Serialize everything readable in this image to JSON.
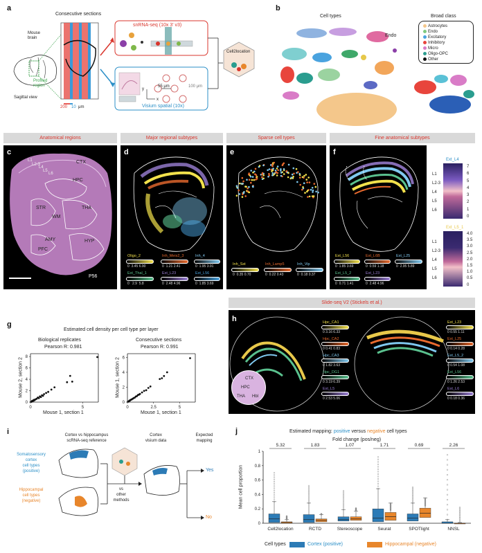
{
  "panel_a": {
    "label": "a",
    "consecutive_sections": "Consecutive sections",
    "mouse_brain": "Mouse brain",
    "profiled_region": "Profiled region",
    "sagittal_view": "Sagittal view",
    "scale_200": "200",
    "scale_10": "10",
    "scale_unit": "μm",
    "snrna_title": "snRNA-seq (10x 3' v3)",
    "visium_title": "Visium spatial (10x)",
    "um55": "55 μm",
    "um100": "100 μm",
    "axis_y": "y",
    "axis_x": "x",
    "cell2location": "Cell2location"
  },
  "panel_b": {
    "label": "b",
    "title": "Cell types",
    "endo": "Endo",
    "broad_title": "Broad class",
    "legend": [
      {
        "name": "Astrocytes",
        "color": "#f4c78b"
      },
      {
        "name": "Endo",
        "color": "#7fc97f"
      },
      {
        "name": "Excitatory",
        "color": "#4aa3df"
      },
      {
        "name": "Inhibitory",
        "color": "#e8453c"
      },
      {
        "name": "Micro",
        "color": "#d97cc7"
      },
      {
        "name": "Oligo-OPC",
        "color": "#2a9d8f"
      },
      {
        "name": "Other",
        "color": "#111111"
      }
    ]
  },
  "headers": {
    "anatomical": "Anatomical regions",
    "major": "Major regional subtypes",
    "sparse": "Sparse cell types",
    "fine": "Fine anatomical subtypes",
    "slideseq": "Slide-seq V2 (Stickels et al.)"
  },
  "panel_c": {
    "label": "c",
    "regions": [
      "CTX",
      "HPC",
      "STR",
      "WM",
      "THA",
      "AMY",
      "HYP",
      "PFC"
    ],
    "layers": [
      "L1",
      "L2-3",
      "L4",
      "L5",
      "L6"
    ],
    "age": "P56"
  },
  "panel_d": {
    "label": "d",
    "bars": [
      {
        "name": "Oligo_2",
        "min": "0",
        "mid": "3.45",
        "max": "6.90",
        "color": "#f2e14c"
      },
      {
        "name": "Inh_Meis2_3",
        "min": "0",
        "mid": "1.21",
        "max": "2.41",
        "color": "#e86a2e"
      },
      {
        "name": "Inh_4",
        "min": "0",
        "mid": "1.95",
        "max": "3.91",
        "color": "#7fc8ef"
      },
      {
        "name": "Ext_Thal_1",
        "min": "0",
        "mid": "2.9",
        "max": "5.8",
        "color": "#5ac18e"
      },
      {
        "name": "Ext_L23",
        "min": "0",
        "mid": "2.48",
        "max": "4.96",
        "color": "#9b7fd4"
      },
      {
        "name": "Ext_L56",
        "min": "0",
        "mid": "1.85",
        "max": "3.69",
        "color": "#4aa3df"
      }
    ]
  },
  "panel_e": {
    "label": "e",
    "bars": [
      {
        "name": "Inh_Sst",
        "min": "0",
        "mid": "0.35",
        "max": "0.70",
        "color": "#f2e14c"
      },
      {
        "name": "Inh_Lamp5",
        "min": "0",
        "mid": "0.22",
        "max": "0.43",
        "color": "#e86a2e"
      },
      {
        "name": "Inh_Vip",
        "min": "0",
        "mid": "0.18",
        "max": "0.37",
        "color": "#7fc8ef"
      }
    ]
  },
  "panel_f": {
    "label": "f",
    "bars": [
      {
        "name": "Ext_L56",
        "min": "0",
        "mid": "1.85",
        "max": "3.69",
        "color": "#f2e14c"
      },
      {
        "name": "Ext_L6B",
        "min": "0",
        "mid": "0.59",
        "max": "1.18",
        "color": "#e86a2e"
      },
      {
        "name": "Ext_L25",
        "min": "0",
        "mid": "2.95",
        "max": "5.89",
        "color": "#7fc8ef"
      },
      {
        "name": "Ext_L5_2",
        "min": "0",
        "mid": "0.71",
        "max": "1.41",
        "color": "#5ac18e"
      },
      {
        "name": "Ext_L23",
        "min": "0",
        "mid": "2.48",
        "max": "4.96",
        "color": "#9b7fd4"
      }
    ],
    "insets": [
      {
        "name": "Ext_L4",
        "ticks": [
          "7",
          "6",
          "5",
          "4",
          "3",
          "2",
          "1",
          "0"
        ]
      },
      {
        "name": "Ext_L5_1",
        "ticks": [
          "4.0",
          "3.5",
          "3.0",
          "2.5",
          "2.0",
          "1.5",
          "1.0",
          "0.5",
          "0"
        ]
      }
    ],
    "layers": [
      "L1",
      "L2-3",
      "L4",
      "L5",
      "L6"
    ]
  },
  "panel_g": {
    "label": "g",
    "title": "Estimated cell density per cell type per layer",
    "left": {
      "subtitle": "Biological replicates",
      "pearson": "Pearson R: 0.981",
      "xlabel": "Mouse 1, section 1",
      "ylabel": "Mouse 2, section 2"
    },
    "right": {
      "subtitle": "Consecutive sections",
      "pearson": "Pearson R: 0.991",
      "xlabel": "Mouse 1, section 1",
      "ylabel": "Mouse 1, section 2"
    }
  },
  "panel_h": {
    "label": "h",
    "left_bars": [
      {
        "name": "Hpc_CA1",
        "min": "0",
        "mid": "3.16",
        "max": "6.33",
        "color": "#f2e14c"
      },
      {
        "name": "Hpc_CA2",
        "min": "0",
        "mid": "0.41",
        "max": "0.83",
        "color": "#e86a2e"
      },
      {
        "name": "Hpc_CA3",
        "min": "0",
        "mid": "1.82",
        "max": "3.63",
        "color": "#7fc8ef"
      },
      {
        "name": "Hpc_DG1",
        "min": "0",
        "mid": "3.19",
        "max": "6.39",
        "color": "#5ac18e"
      },
      {
        "name": "Ext_L5",
        "min": "0",
        "mid": "2.53",
        "max": "5.06",
        "color": "#9b7fd4"
      }
    ],
    "right_bars": [
      {
        "name": "Ext_L23",
        "min": "0",
        "mid": "0.55",
        "max": "1.11",
        "color": "#f2e14c"
      },
      {
        "name": "Ext_L25",
        "min": "0",
        "mid": "0.14",
        "max": "0.28",
        "color": "#e86a2e"
      },
      {
        "name": "Ext_L5_2",
        "min": "0",
        "mid": "0.54",
        "max": "1.08",
        "color": "#7fc8ef"
      },
      {
        "name": "Ext_L56",
        "min": "0",
        "mid": "1.26",
        "max": "2.53",
        "color": "#5ac18e"
      },
      {
        "name": "Ext_L6",
        "min": "0",
        "mid": "0.18",
        "max": "0.36",
        "color": "#9b7fd4"
      }
    ],
    "zoom": [
      "CTX",
      "HPC",
      "THA",
      "Hbl"
    ]
  },
  "panel_i": {
    "label": "i",
    "ref_title": "Cortex vs hippocampus\nscRNA-seq reference",
    "visium_title": "Cortex\nvisium data",
    "expected": "Expected\nmapping",
    "positive": "Somatosensory\ncortex\ncell types\n(positive)",
    "negative": "Hippocampal\ncell types\n(negative)",
    "vs": "vs\nother\nmethods",
    "yes": "Yes",
    "no": "No"
  },
  "panel_j": {
    "label": "j",
    "title_pre": "Estimated mapping: ",
    "title_pos": "positive",
    "title_mid": " versus ",
    "title_neg": "negative",
    "title_post": " cell types",
    "fold_title": "Fold change (pos/neg)",
    "ylabel": "Mean cell proportion",
    "legend_title": "Cell types",
    "legend_pos": "Cortex (positive)",
    "legend_neg": "Hippocampal (negative)"
  },
  "chart_data": [
    {
      "type": "scatter",
      "title": "Biological replicates",
      "xlabel": "Mouse 1, section 1",
      "ylabel": "Mouse 2, section 2",
      "xlim": [
        0,
        6.5
      ],
      "ylim": [
        0,
        8.5
      ],
      "xticks": [
        0,
        5
      ],
      "yticks": [
        0,
        2,
        4,
        6,
        8
      ],
      "x": [
        0.05,
        0.1,
        0.15,
        0.2,
        0.25,
        0.3,
        0.35,
        0.4,
        0.5,
        0.6,
        0.7,
        0.8,
        0.9,
        1.0,
        1.1,
        1.2,
        1.3,
        1.5,
        1.7,
        2.0,
        2.3,
        3.5,
        3.8,
        4.0,
        6.4
      ],
      "y": [
        0.05,
        0.1,
        0.2,
        0.15,
        0.3,
        0.25,
        0.4,
        0.35,
        0.5,
        0.6,
        0.8,
        0.7,
        1.0,
        0.9,
        1.2,
        1.1,
        1.4,
        1.6,
        1.8,
        2.2,
        2.6,
        3.5,
        4.6,
        3.6,
        7.9
      ]
    },
    {
      "type": "scatter",
      "title": "Consecutive sections",
      "xlabel": "Mouse 1, section 1",
      "ylabel": "Mouse 1, section 2",
      "xlim": [
        0,
        6.5
      ],
      "ylim": [
        0,
        6.5
      ],
      "xticks": [
        0,
        2.5,
        5.0
      ],
      "yticks": [
        0,
        2,
        4,
        6
      ],
      "x": [
        0.05,
        0.1,
        0.15,
        0.2,
        0.25,
        0.3,
        0.4,
        0.5,
        0.6,
        0.7,
        0.8,
        0.9,
        1.0,
        1.1,
        1.2,
        1.4,
        1.6,
        1.8,
        2.0,
        2.2,
        3.1,
        3.3,
        3.5,
        3.8,
        6.0
      ],
      "y": [
        0.05,
        0.1,
        0.12,
        0.2,
        0.22,
        0.3,
        0.35,
        0.45,
        0.55,
        0.6,
        0.75,
        0.8,
        0.95,
        1.0,
        1.1,
        1.3,
        1.5,
        1.6,
        1.9,
        2.1,
        3.1,
        3.2,
        3.5,
        4.0,
        5.9
      ]
    },
    {
      "type": "box",
      "title": "Estimated mapping: positive versus negative cell types",
      "ylabel": "Mean cell proportion",
      "categories": [
        "Cell2location",
        "RCTD",
        "Stereoscope",
        "Seurat",
        "SPOTlight",
        "NNSL"
      ],
      "fold_change": [
        "5.32",
        "1.83",
        "1.07",
        "1.71",
        "0.69",
        "2.26"
      ],
      "ylim": [
        0,
        1.0
      ],
      "yticks": [
        0,
        0.2,
        0.4,
        0.6,
        0.8,
        1.0
      ],
      "series": [
        {
          "name": "Cortex (positive)",
          "color": "#2c7bb6",
          "q1": [
            0.01,
            0.01,
            0.03,
            0.02,
            0.03,
            0.0
          ],
          "median": [
            0.06,
            0.05,
            0.05,
            0.07,
            0.07,
            0.0
          ],
          "q3": [
            0.13,
            0.12,
            0.09,
            0.2,
            0.13,
            0.02
          ],
          "whisker_hi": [
            0.3,
            0.28,
            0.19,
            0.48,
            0.28,
            0.05
          ],
          "outlier_max": [
            0.7,
            0.52,
            0.45,
            0.92,
            0.5,
            0.95
          ]
        },
        {
          "name": "Hippocampal (negative)",
          "color": "#e8862b",
          "q1": [
            0.0,
            0.02,
            0.04,
            0.04,
            0.08,
            0.0
          ],
          "median": [
            0.01,
            0.04,
            0.06,
            0.09,
            0.14,
            0.0
          ],
          "q3": [
            0.02,
            0.06,
            0.09,
            0.15,
            0.21,
            0.0
          ],
          "whisker_hi": [
            0.05,
            0.12,
            0.17,
            0.28,
            0.35,
            0.01
          ],
          "outlier_max": [
            0.1,
            0.13,
            0.21,
            0.18,
            0.24,
            0.22
          ]
        }
      ]
    }
  ]
}
